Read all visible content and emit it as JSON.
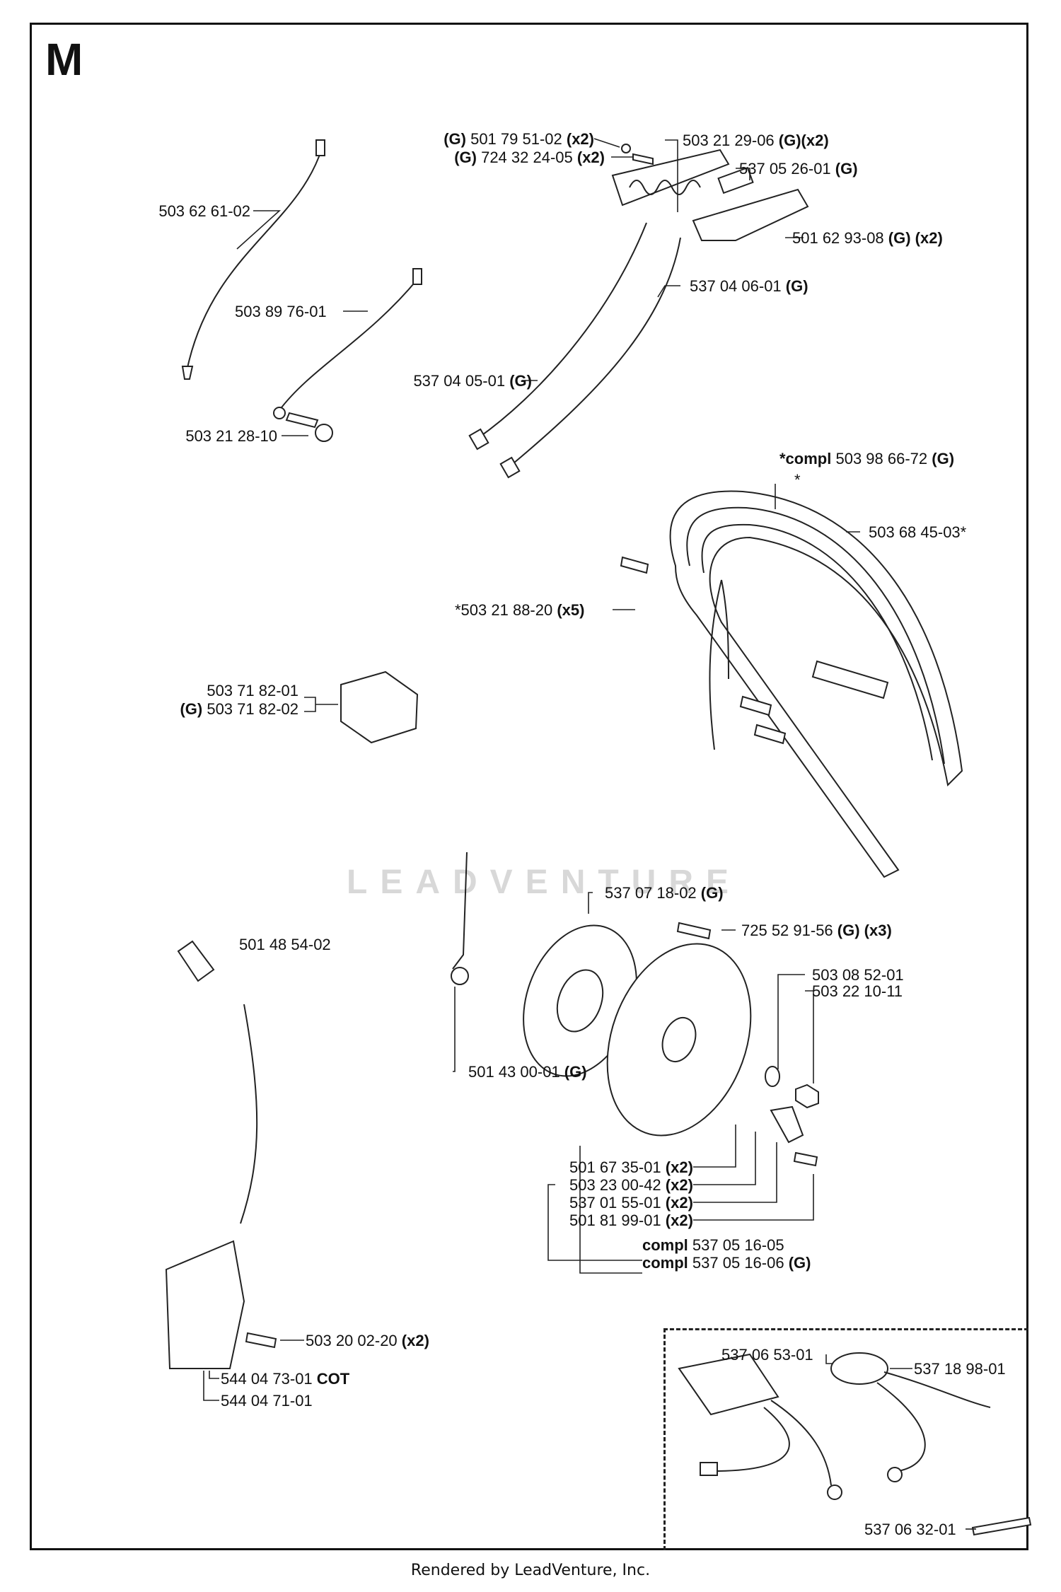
{
  "section": "M",
  "footer": "Rendered by LeadVenture, Inc.",
  "watermark": "LEADVENTURE",
  "parts": [
    {
      "id": "p1",
      "pre": "(G)",
      "num": "501 79 51-02",
      "post": "(x2)"
    },
    {
      "id": "p2",
      "pre": "(G)",
      "num": "724 32 24-05",
      "post": "(x2)"
    },
    {
      "id": "p3",
      "pre": "",
      "num": "503 21 29-06",
      "post": "(G)(x2)"
    },
    {
      "id": "p4",
      "pre": "",
      "num": "537 05 26-01",
      "post": "(G)"
    },
    {
      "id": "p5",
      "pre": "",
      "num": "501 62 93-08",
      "post": "(G) (x2)"
    },
    {
      "id": "p6",
      "pre": "",
      "num": "537 04 06-01",
      "post": "(G)"
    },
    {
      "id": "p7",
      "pre": "",
      "num": "537 04 05-01",
      "post": "(G)"
    },
    {
      "id": "p8",
      "pre": "",
      "num": "503 62 61-02",
      "post": ""
    },
    {
      "id": "p9",
      "pre": "",
      "num": "503 89 76-01",
      "post": ""
    },
    {
      "id": "p10",
      "pre": "",
      "num": "503 21 28-10",
      "post": ""
    },
    {
      "id": "p11",
      "pre": "*compl",
      "num": "503 98 66-72",
      "post": "(G)"
    },
    {
      "id": "p12",
      "pre": "",
      "num": "*",
      "post": ""
    },
    {
      "id": "p13",
      "pre": "",
      "num": "503 68 45-03*",
      "post": ""
    },
    {
      "id": "p14",
      "pre": "",
      "num": "*503 21 88-20",
      "post": "(x5)"
    },
    {
      "id": "p15",
      "pre": "",
      "num": "503 71 82-01",
      "post": ""
    },
    {
      "id": "p16",
      "pre": "(G)",
      "num": "503 71 82-02",
      "post": ""
    },
    {
      "id": "p17",
      "pre": "",
      "num": "537 07 18-02",
      "post": "(G)"
    },
    {
      "id": "p18",
      "pre": "",
      "num": "725 52 91-56",
      "post": "(G) (x3)"
    },
    {
      "id": "p19",
      "pre": "",
      "num": "501 48 54-02",
      "post": ""
    },
    {
      "id": "p20",
      "pre": "",
      "num": "503 08 52-01",
      "post": ""
    },
    {
      "id": "p21",
      "pre": "",
      "num": "503 22 10-11",
      "post": ""
    },
    {
      "id": "p22",
      "pre": "",
      "num": "501 43 00-01",
      "post": "(G)"
    },
    {
      "id": "p23",
      "pre": "",
      "num": "501 67 35-01",
      "post": "(x2)"
    },
    {
      "id": "p24",
      "pre": "",
      "num": "503 23 00-42",
      "post": "(x2)"
    },
    {
      "id": "p25",
      "pre": "",
      "num": "537 01 55-01",
      "post": "(x2)"
    },
    {
      "id": "p26",
      "pre": "",
      "num": "501 81 99-01",
      "post": "(x2)"
    },
    {
      "id": "p27",
      "pre": "compl",
      "num": "537 05 16-05",
      "post": ""
    },
    {
      "id": "p28",
      "pre": "compl",
      "num": "537 05 16-06",
      "post": "(G)"
    },
    {
      "id": "p29",
      "pre": "",
      "num": "503 20 02-20",
      "post": "(x2)"
    },
    {
      "id": "p30",
      "pre": "",
      "num": "544 04 73-01",
      "post": "COT"
    },
    {
      "id": "p31",
      "pre": "",
      "num": "544 04 71-01",
      "post": ""
    },
    {
      "id": "p32",
      "pre": "",
      "num": "537 06 53-01",
      "post": ""
    },
    {
      "id": "p33",
      "pre": "",
      "num": "537 18 98-01",
      "post": ""
    },
    {
      "id": "p34",
      "pre": "",
      "num": "537 06 32-01",
      "post": ""
    }
  ]
}
